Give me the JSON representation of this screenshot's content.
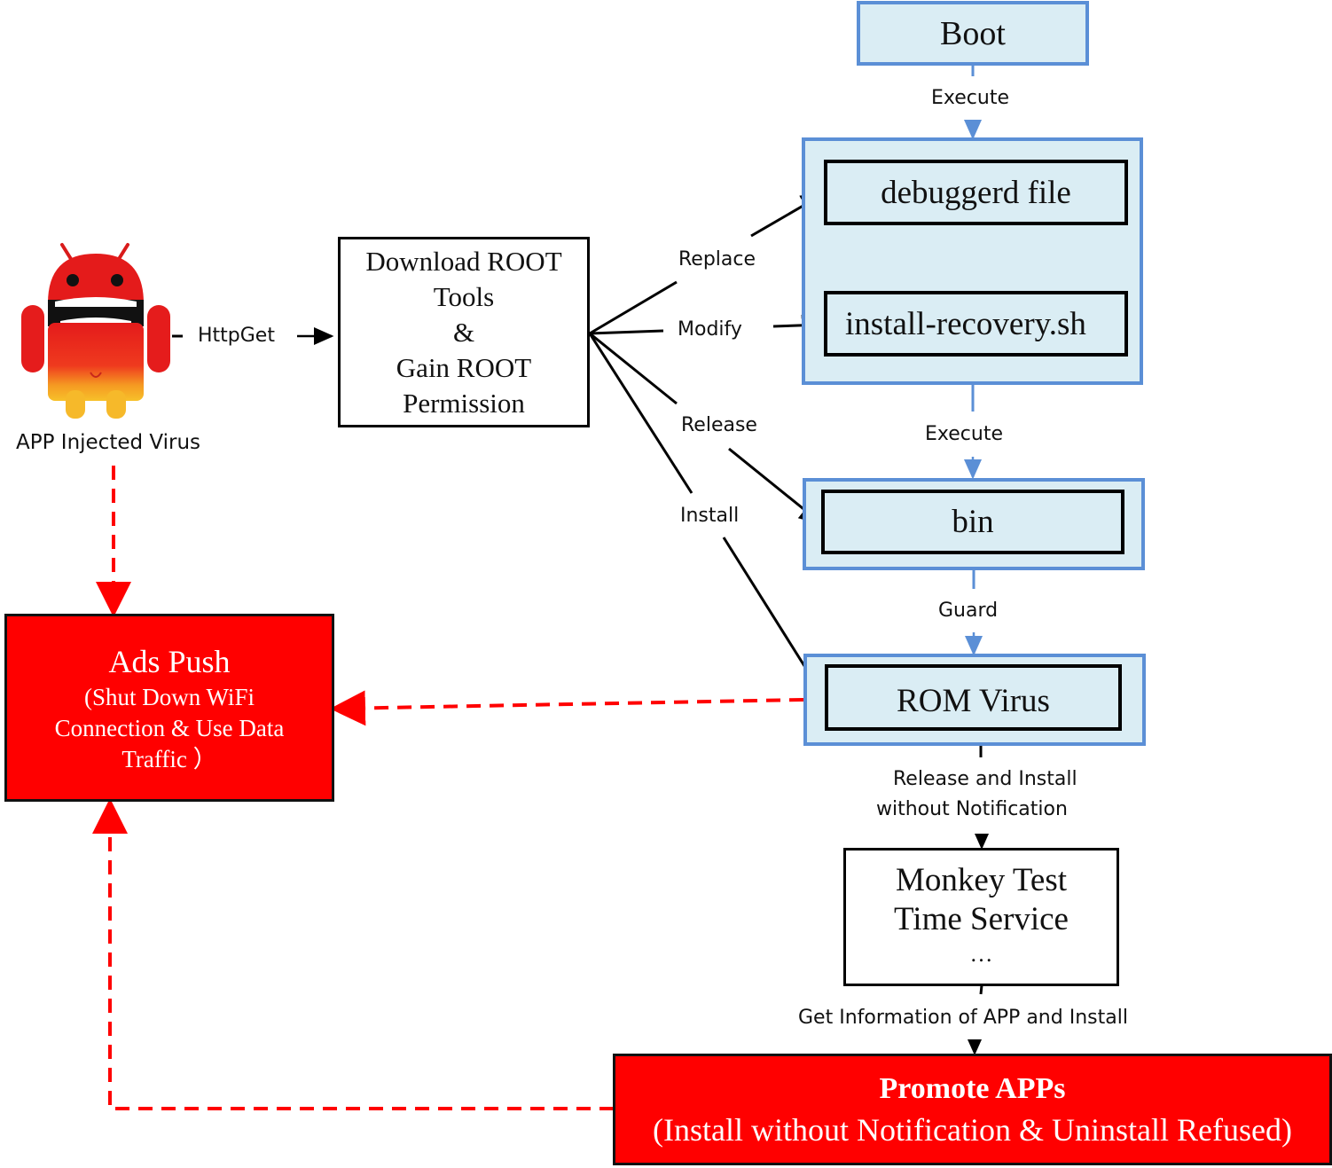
{
  "source_node": {
    "icon": "android-virus-mascot-icon",
    "label": "APP Injected Virus"
  },
  "root_box": {
    "lines": [
      "Download ROOT",
      "Tools",
      "&",
      "Gain ROOT",
      "Permission"
    ]
  },
  "boot_box": {
    "label": "Boot"
  },
  "system_group": {
    "items": [
      "debuggerd file",
      "install-recovery.sh"
    ]
  },
  "bin_box": {
    "label": "bin"
  },
  "rom_box": {
    "label": "ROM Virus"
  },
  "monkey_box": {
    "lines": [
      "Monkey Test",
      "Time Service",
      "…"
    ]
  },
  "ads_box": {
    "title": "Ads Push",
    "lines": [
      "(Shut Down WiFi",
      "Connection & Use Data",
      "Traffic ）"
    ]
  },
  "promote_box": {
    "title": "Promote APPs",
    "subtitle": "(Install without Notification & Uninstall Refused)"
  },
  "edge_labels": {
    "httpget": "HttpGet",
    "boot_execute": "Execute",
    "replace": "Replace",
    "modify": "Modify",
    "release": "Release",
    "install": "Install",
    "group_execute": "Execute",
    "guard": "Guard",
    "release_install_1": "Release and Install",
    "release_install_2": "without Notification",
    "get_info": "Get Information of APP and Install"
  },
  "colors": {
    "blue_border": "#5b8fd6",
    "blue_fill": "#daedf4",
    "alert_red": "#ff0000"
  }
}
